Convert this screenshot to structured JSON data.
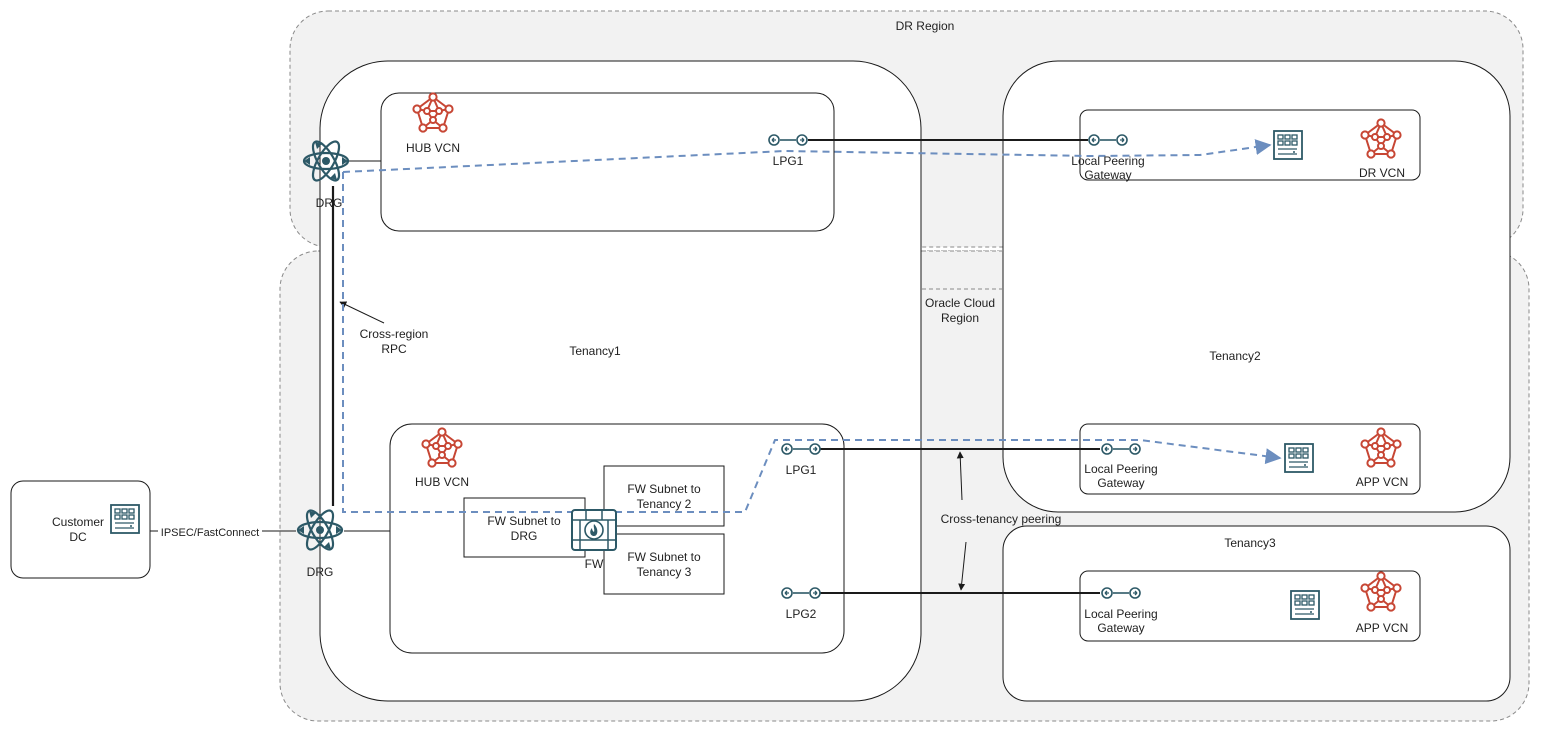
{
  "regions": {
    "dr": "DR Region",
    "oci": [
      "Oracle Cloud",
      "Region"
    ]
  },
  "tenancies": {
    "t1": "Tenancy1",
    "t2": "Tenancy2",
    "t3": "Tenancy3"
  },
  "customer_dc": [
    "Customer",
    "DC"
  ],
  "links": {
    "ipsec": "IPSEC/FastConnect",
    "rpc": [
      "Cross-region",
      "RPC"
    ],
    "cross_tenancy": "Cross-tenancy peering"
  },
  "drg_top": "DRG",
  "drg_bottom": "DRG",
  "hub_vcn_top": "HUB VCN",
  "hub_vcn_bottom": "HUB VCN",
  "lpg_top": "LPG1",
  "lpg_mid": "LPG1",
  "lpg_low": "LPG2",
  "fw": "FW",
  "subnets": {
    "to_drg": [
      "FW Subnet to",
      "DRG"
    ],
    "to_t2": [
      "FW Subnet to",
      "Tenancy 2"
    ],
    "to_t3": [
      "FW Subnet to",
      "Tenancy 3"
    ]
  },
  "dr_vcn": {
    "gateway": [
      "Local Peering",
      "Gateway"
    ],
    "name": "DR VCN"
  },
  "app_vcn_t2": {
    "gateway": [
      "Local Peering",
      "Gateway"
    ],
    "name": "APP VCN"
  },
  "app_vcn_t3": {
    "gateway": [
      "Local Peering",
      "Gateway"
    ],
    "name": "APP VCN"
  },
  "colors": {
    "region_fill": "#f2f2f2",
    "region_stroke": "#8a8a8a",
    "box_stroke": "#1a1a1a",
    "vcn_icon": "#c74634",
    "gateway_icon": "#2d5967",
    "flow": "#6c8ebf"
  },
  "icons": {
    "vcn": "vcn-icon",
    "drg": "drg-icon",
    "lpg": "lpg-icon",
    "server": "server-icon",
    "firewall": "firewall-icon"
  }
}
